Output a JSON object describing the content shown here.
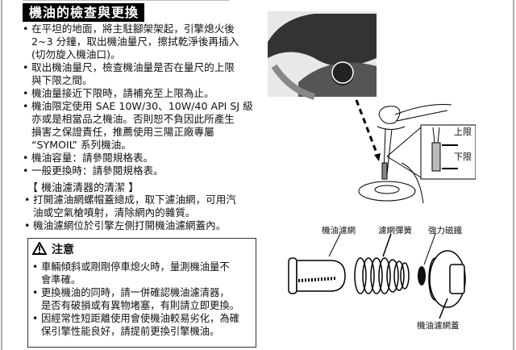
{
  "title": "機油的檢查與更換",
  "oil_check": [
    {
      "lines": [
        "在平坦的地面，將主駐腳架架起，引擎熄火後",
        "2~3 分鐘，取出機油量尺，擦拭乾淨後再插入",
        "(切勿旋入機油口)。"
      ]
    },
    {
      "lines": [
        "取出機油量尺，檢查機油量是否在量尺的上限",
        "與下限之間。"
      ]
    },
    {
      "lines": [
        "機油量接近下限時，請補充至上限為止。"
      ]
    },
    {
      "lines": [
        "機油限定使用 SAE 10W/30、10W/40 API SJ 級",
        "亦或是相當品之機油。否則恕不負因此所產生",
        "損害之保證責任，推薦使用三陽正廠專屬",
        "“SYMOIL” 系列機油。"
      ]
    },
    {
      "lines": [
        "機油容量：請參閱規格表。"
      ]
    },
    {
      "lines": [
        "一般更換時：請參閱規格表。"
      ]
    }
  ],
  "filter_heading": "【 機油濾清器的清潔 】",
  "filter_steps": [
    {
      "lines": [
        "打開濾油網螺帽蓋總成，取下濾油網，可用汽",
        "油或空氣槍噴射，清除網內的雜質。"
      ]
    },
    {
      "lines": [
        "機油濾網位於引擎左側打開機油濾網蓋內。"
      ]
    }
  ],
  "caution": {
    "heading": "注意",
    "items": [
      {
        "lines": [
          "車輛傾斜或剛剛停車熄火時，量測機油量不",
          "會準確。"
        ]
      },
      {
        "lines": [
          "更換機油的同時，請一併確認機油濾清器，",
          "是否有破損或有異物堵塞，有則請立即更換。"
        ]
      },
      {
        "lines": [
          "因經常性短距離使用會使機油較易劣化，為確",
          "保引擎性能良好，請提前更換引擎機油。"
        ]
      }
    ]
  },
  "dipstick_labels": {
    "upper": "上限",
    "lower": "下限"
  },
  "parts_labels": {
    "screen": "機油濾網",
    "spring": "濾網彈簧",
    "magnet": "強力磁鐵",
    "cap": "機油濾網蓋"
  }
}
